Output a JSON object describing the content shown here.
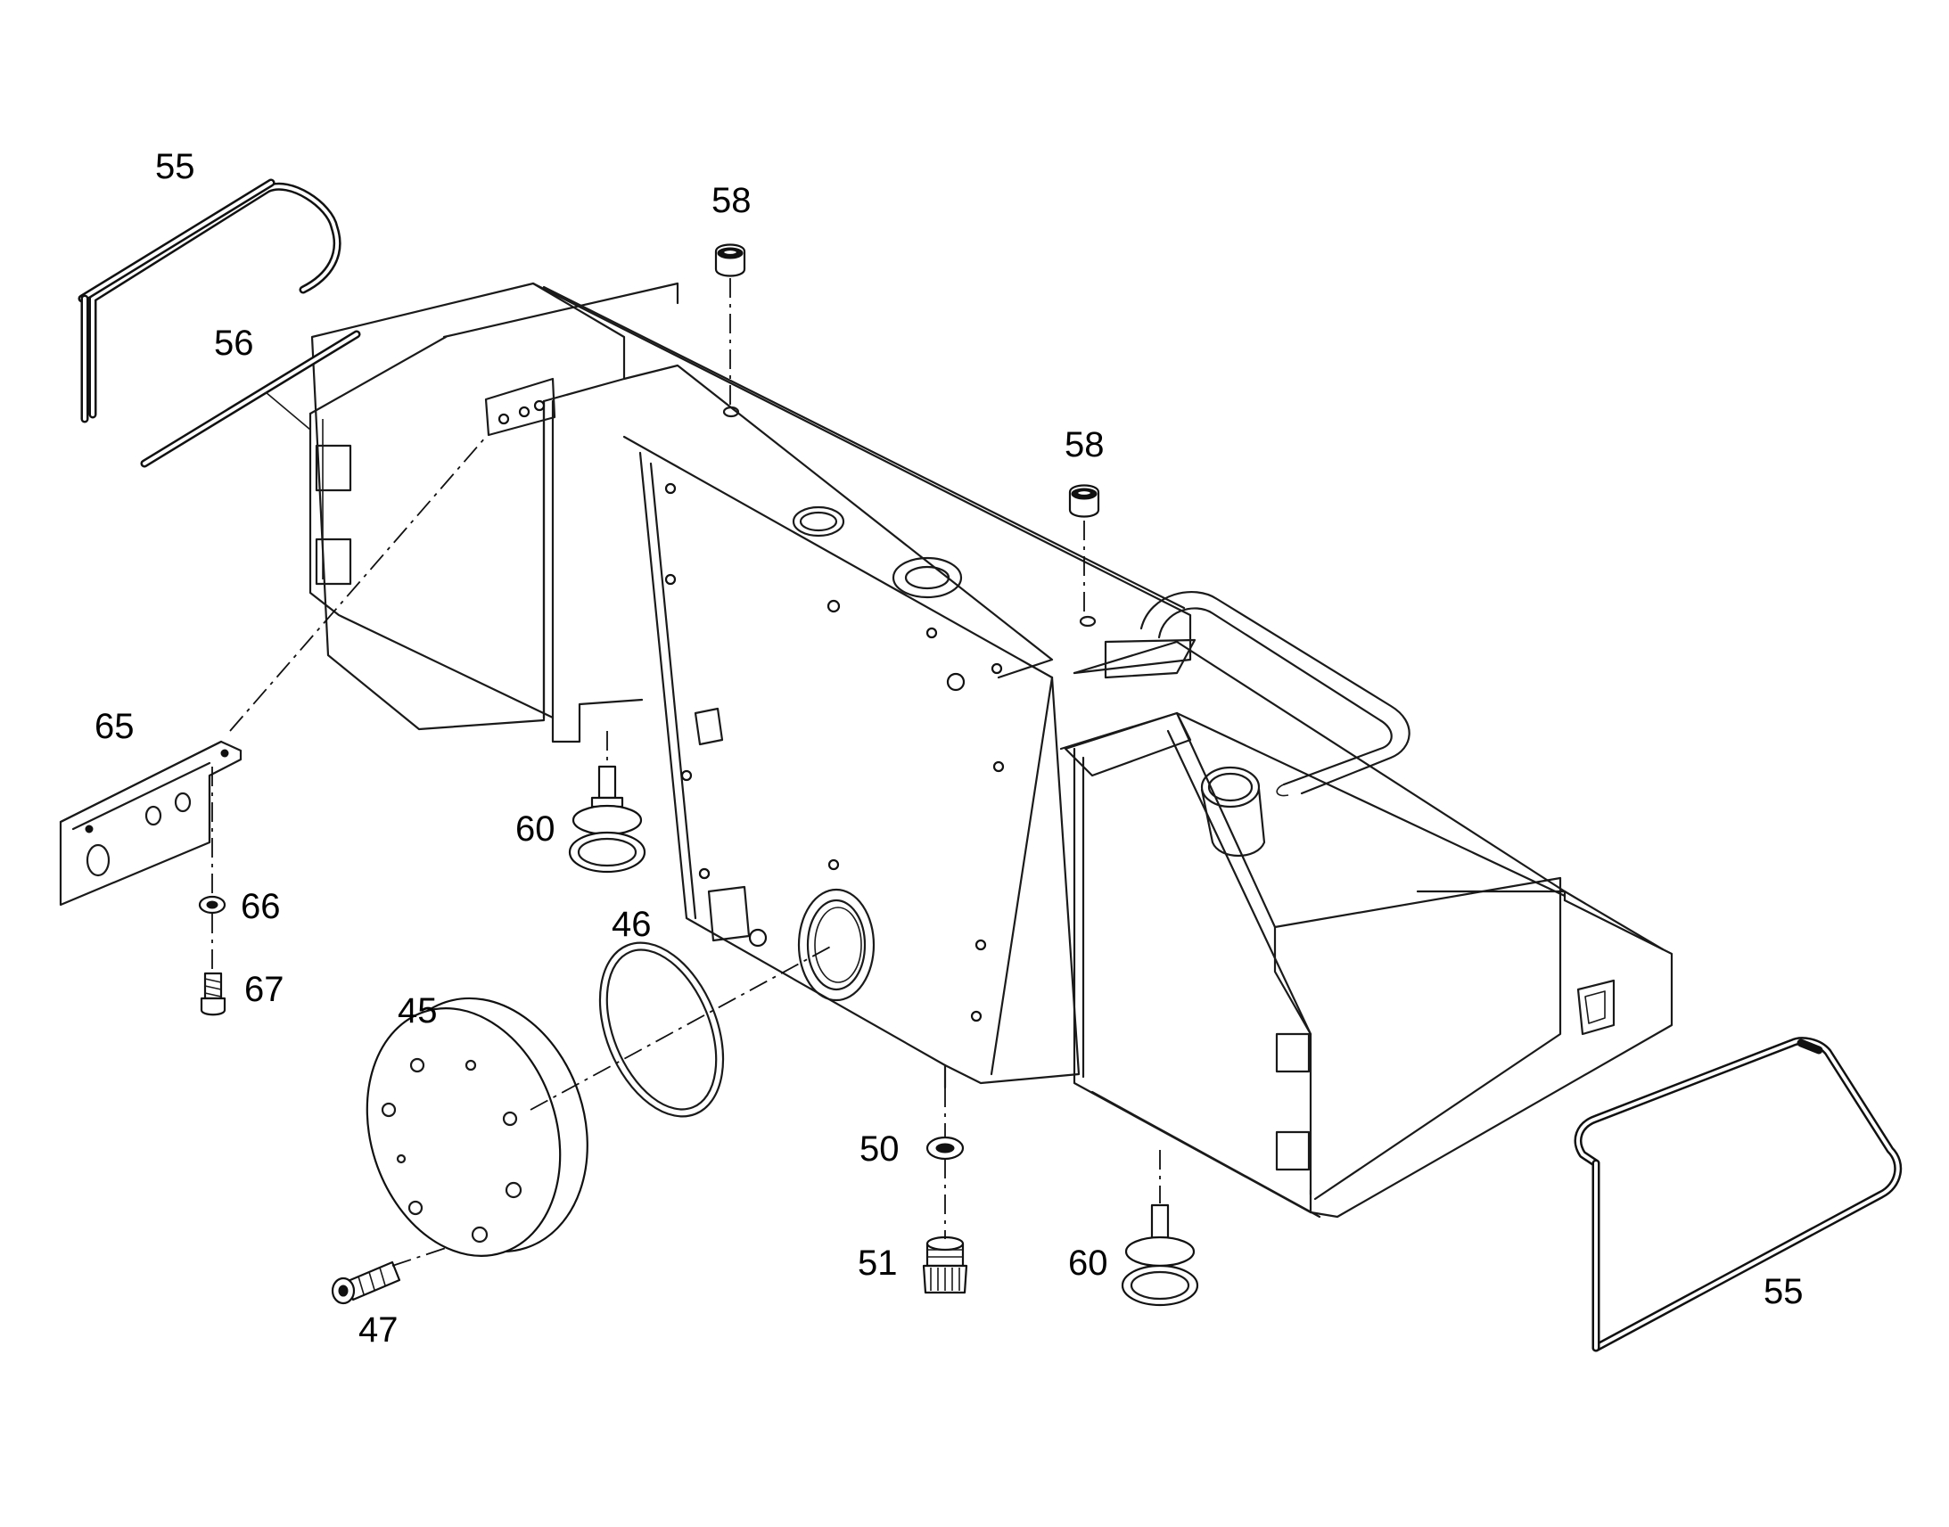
{
  "callouts": {
    "c55_top": "55",
    "c56": "56",
    "c58_left": "58",
    "c58_right": "58",
    "c65": "65",
    "c60_left": "60",
    "c60_right": "60",
    "c66": "66",
    "c67": "67",
    "c46": "46",
    "c45": "45",
    "c50": "50",
    "c51": "51",
    "c47": "47",
    "c55_bottom": "55"
  }
}
